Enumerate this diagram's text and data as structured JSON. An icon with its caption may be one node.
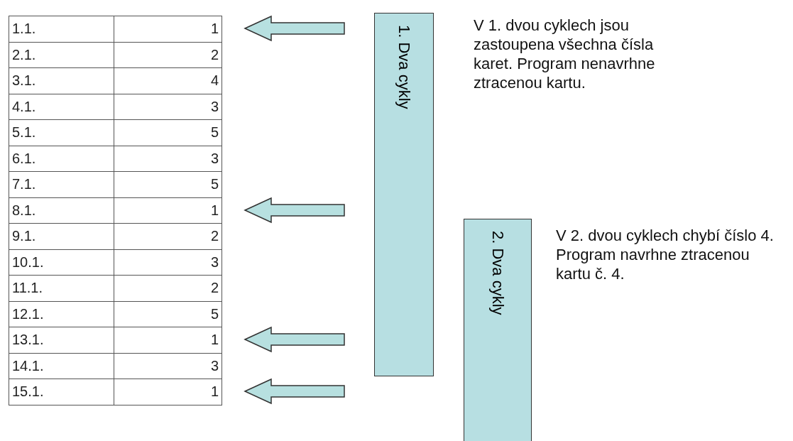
{
  "diagram": {
    "nodes": [
      {
        "text": [
          "1. Dva cykly"
        ],
        "beside": [
          "V 1. dvou cyklech jsou zastoupena všechna čísla karet. Program nenavrhne ztracenou kartu."
        ]
      },
      {
        "text": [
          "2. Dva cykly"
        ],
        "beside": [
          "V 2. dvou cyklech chybí číslo 4. Program navrhne ztracenou kartu č. 4."
        ]
      }
    ],
    "edges": [],
    "labels": [
      "1.1.",
      "1",
      "2.1.",
      "2",
      "3.1.",
      "4",
      "4.1.",
      "3",
      "5.1.",
      "5",
      "6.1.",
      "3",
      "7.1.",
      "5",
      "8.1.",
      "1",
      "9.1.",
      "2",
      "10.1.",
      "3",
      "11.1.",
      "2",
      "12.1.",
      "5",
      "13.1.",
      "1",
      "14.1.",
      "3",
      "15.1.",
      "1"
    ]
  }
}
